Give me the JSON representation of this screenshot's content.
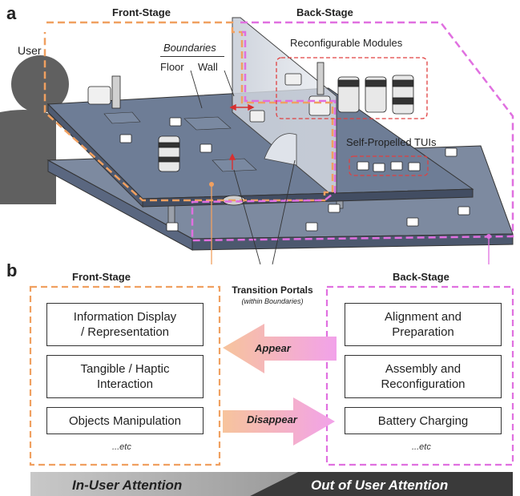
{
  "panel_a": {
    "letter": "a",
    "front_stage": "Front-Stage",
    "back_stage": "Back-Stage",
    "user": "User",
    "boundaries": "Boundaries",
    "floor": "Floor",
    "wall": "Wall",
    "reconfigurable_modules": "Reconfigurable Modules",
    "self_propelled": "Self-Propelled TUIs"
  },
  "panel_b": {
    "letter": "b",
    "front_stage": "Front-Stage",
    "back_stage": "Back-Stage",
    "transition_title": "Transition Portals",
    "transition_sub": "(within Boundaries)",
    "front_items": [
      "Information Display\n/ Representation",
      "Tangible / Haptic\nInteraction",
      "Objects Manipulation"
    ],
    "back_items": [
      "Alignment and\nPreparation",
      "Assembly and\nReconfiguration",
      "Battery Charging"
    ],
    "etc": "...etc",
    "appear": "Appear",
    "disappear": "Disappear",
    "in_attention": "In-User Attention",
    "out_attention": "Out of User Attention"
  },
  "colors": {
    "front": "#f0a060",
    "back": "#e070e0",
    "table": "#6e7d96",
    "module_red": "#e04040"
  }
}
